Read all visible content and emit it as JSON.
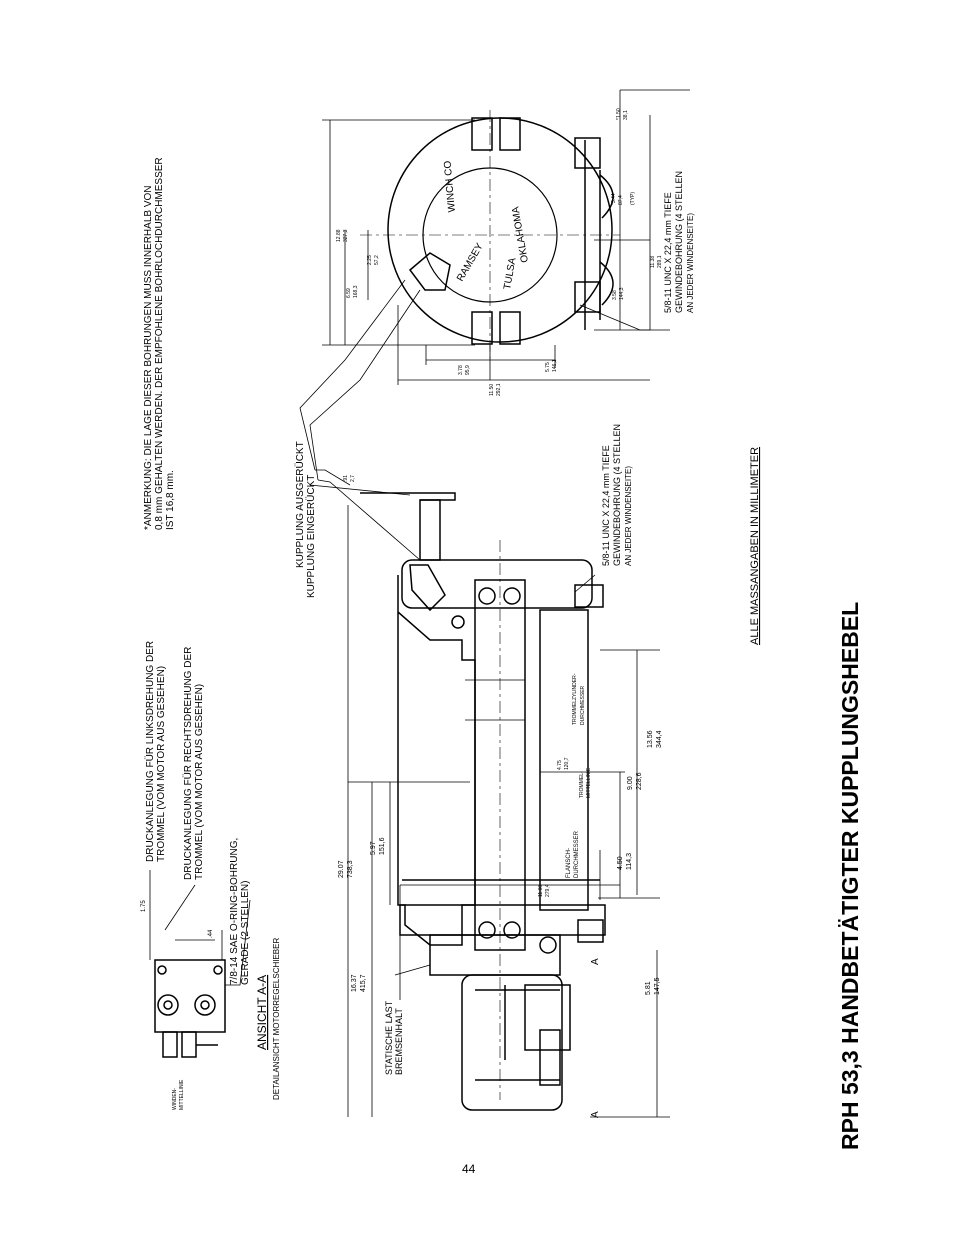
{
  "title": "RPH 53,3 HANDBETÄTIGTER KUPPLUNGSHEBEL",
  "page_number": "44",
  "note_units": "ALLE MASSANGABEN IN MILLIMETER",
  "note_bore": [
    "*ANMERKUNG: DIE LAGE DIESER BOHRUNGEN MUSS INNERHALB VON",
    "0,8 mm GEHALTEN WERDEN. DER EMPFOHLENE BOHRLOCHDURCHMESSER",
    "IST 16,8 mm."
  ],
  "valve_labels": {
    "left_rotation": [
      "DRUCKANLEGUNG FÜR LINKSDREHUNG DER",
      "TROMMEL (VOM MOTOR AUS GESEHEN)"
    ],
    "right_rotation": [
      "DRUCKANLEGUNG FÜR RECHTSDREHUNG DER",
      "TROMMEL (VOM MOTOR AUS GESEHEN)"
    ],
    "oring": [
      "7/8-14 SAE O-RING-BOHRUNG,",
      "GERADE (2 STELLEN)"
    ],
    "view": "ANSICHT A-A",
    "detail": "DETAILANSICHT MOTORREGELSCHIEBER",
    "centerline": [
      "WINDEN-",
      "MITTELLINIE"
    ],
    "dim1": "1.75",
    "dim2": ".44"
  },
  "clutch_labels": {
    "disengaged": "KUPPLUNG AUSGERÜCKT",
    "engaged": "KUPPLUNG EINGERÜCKT"
  },
  "thread_note_side": [
    "5/8-11 UNC X 22,4 mm TIEFE",
    "GEWINDEBOHRUNG (4 STELLEN",
    "AN JEDER WINDENSEITE)"
  ],
  "thread_note_end": [
    "5/8-11 UNC X 22,4 mm TIEFE",
    "GEWINDEBOHRUNG (4 STELLEN",
    "AN JEDER WINDENSEITE)"
  ],
  "brake_label": [
    "STATISCHE LAST",
    "BREMSENHALT"
  ],
  "drum_labels": {
    "flange": [
      "FLANSCH-",
      "DURCHMESSER"
    ],
    "mid": [
      "TROMMEL-",
      "MITTELLINIE"
    ],
    "cyl": [
      "TROMMELZYLINDER-",
      "DURCHMESSER"
    ]
  },
  "logo_text": {
    "ramsey": "RAMSEY",
    "winch": "WINCH CO",
    "tulsa": "TULSA",
    "oklahoma": "OKLAHOMA"
  },
  "side_dims": [
    {
      "in": "29.07",
      "mm": "738,3"
    },
    {
      "in": "16.37",
      "mm": "415,7"
    },
    {
      "in": "5.97",
      "mm": "151,6"
    },
    {
      "in": "5.81",
      "mm": "147,5"
    },
    {
      "in": "13.56",
      "mm": "344,4"
    },
    {
      "in": "9.00",
      "mm": "228,6"
    },
    {
      "in": "4.50",
      "mm": "114,3"
    },
    {
      "in": "11.00",
      "mm": "279,4"
    },
    {
      "in": "4.75",
      "mm": "120,7"
    },
    {
      "in": ".91",
      "mm": "2,7"
    }
  ],
  "end_dims": [
    {
      "in": "12.88",
      "mm": "327,3"
    },
    {
      "in": "6.59",
      "mm": "168,3"
    },
    {
      "in": "2.25",
      "mm": "57,2"
    },
    {
      "in": "3.78",
      "mm": "95,9"
    },
    {
      "in": "5.75",
      "mm": "146,1"
    },
    {
      "in": "11.50",
      "mm": "292,1"
    },
    {
      "in": "11.38",
      "mm": "289,1"
    },
    {
      "in": "3.58",
      "mm": "144,3"
    },
    {
      "in": "*3.44",
      "mm": "87,4"
    },
    {
      "in": "*1.50",
      "mm": "38,1"
    },
    {
      "typ": "(TYP)"
    }
  ],
  "section_marker": "A"
}
